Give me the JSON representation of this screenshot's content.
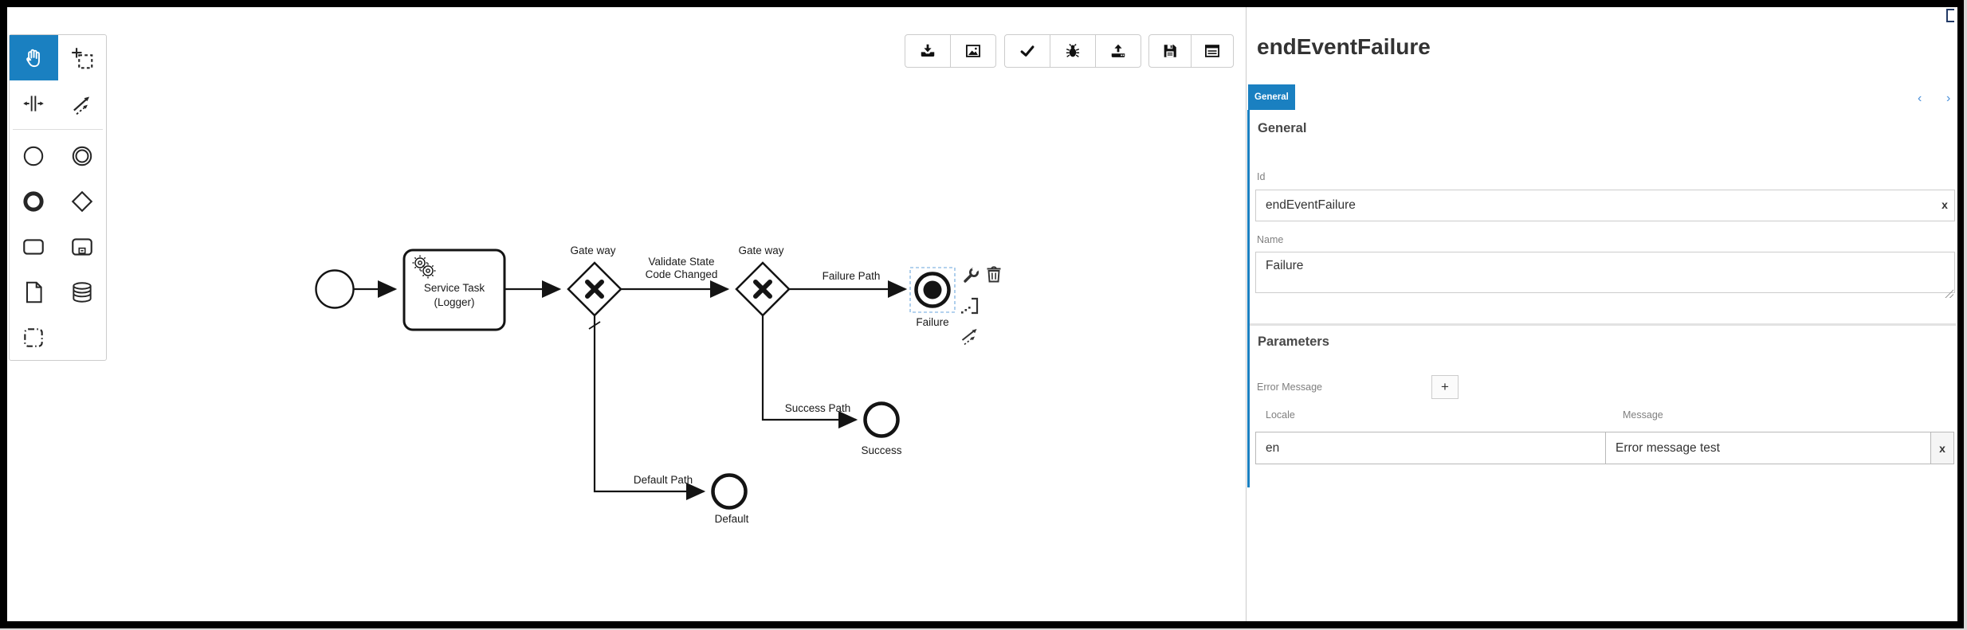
{
  "window": {
    "corner_icon": "app-corner-marker"
  },
  "palette": {
    "active_tool": "hand-tool",
    "tools": [
      "hand-tool",
      "lasso-tool",
      "space-tool",
      "global-connect-tool",
      "create-start-event",
      "create-intermediate-event",
      "create-end-event",
      "create-exclusive-gateway",
      "create-task",
      "create-subprocess",
      "create-data-object",
      "create-data-store",
      "create-group"
    ]
  },
  "toolbar": {
    "groups": [
      {
        "buttons": [
          "download-icon",
          "image-icon"
        ]
      },
      {
        "buttons": [
          "check-icon",
          "bug-icon",
          "upload-icon"
        ]
      },
      {
        "buttons": [
          "save-icon",
          "form-icon"
        ]
      }
    ]
  },
  "diagram": {
    "nodes": {
      "start_event": {
        "label": ""
      },
      "service_task": {
        "line1": "Service Task",
        "line2": "(Logger)"
      },
      "gateway1": {
        "label": "Gate way"
      },
      "gateway2": {
        "label": "Gate way"
      },
      "end_failure": {
        "label": "Failure",
        "type": "terminate-end-event",
        "selected": true
      },
      "end_success": {
        "label": "Success"
      },
      "end_default": {
        "label": "Default"
      }
    },
    "flows": {
      "validate": {
        "line1": "Validate State",
        "line2": "Code Changed"
      },
      "failure": {
        "label": "Failure Path"
      },
      "success": {
        "label": "Success Path"
      },
      "default": {
        "label": "Default Path"
      }
    },
    "context_pad": [
      "wrench-icon",
      "trash-icon",
      "text-annotation-icon",
      "connect-icon"
    ]
  },
  "panel": {
    "title": "endEventFailure",
    "tabs": [
      {
        "label": "General",
        "active": true
      }
    ],
    "tab_nav": {
      "prev": "‹",
      "next": "›"
    },
    "general_section": {
      "heading": "General",
      "id_field": {
        "label": "Id",
        "value": "endEventFailure",
        "clear": "x"
      },
      "name_field": {
        "label": "Name",
        "value": "Failure"
      }
    },
    "parameters_section": {
      "heading": "Parameters",
      "error_message": {
        "label": "Error Message",
        "add_button": "+"
      },
      "table": {
        "headers": [
          "Locale",
          "Message"
        ],
        "rows": [
          {
            "locale": "en",
            "message": "Error message test",
            "remove": "x"
          }
        ]
      }
    },
    "colors": {
      "accent": "#1a80c1",
      "selection": "#9bc3e8"
    }
  }
}
